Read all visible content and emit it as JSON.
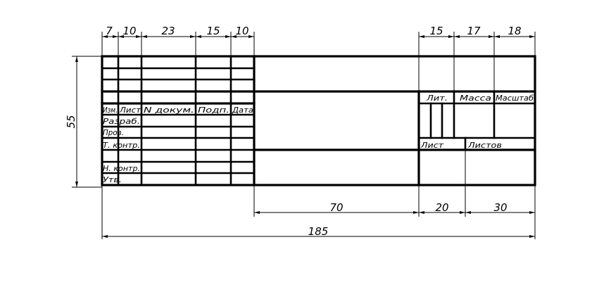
{
  "dimensions": {
    "top_left": [
      "7",
      "10",
      "23",
      "15",
      "10"
    ],
    "top_right": [
      "15",
      "17",
      "18"
    ],
    "height": "55",
    "bottom_middle": [
      "70",
      "20",
      "30"
    ],
    "total_width": "185"
  },
  "labels": {
    "izm": "Изм.",
    "list": "Лист",
    "ndokum": "N докум.",
    "podp": "Подп.",
    "data": "Дата",
    "razrab": "Разраб.",
    "prov": "Пров.",
    "tkontr": "Т. контр.",
    "nkontr": "Н. контр.",
    "utv": "Утв.",
    "lit": "Лит.",
    "massa": "Масса",
    "masshtab": "Масштаб",
    "list_right": "Лист",
    "listov": "Листов"
  }
}
